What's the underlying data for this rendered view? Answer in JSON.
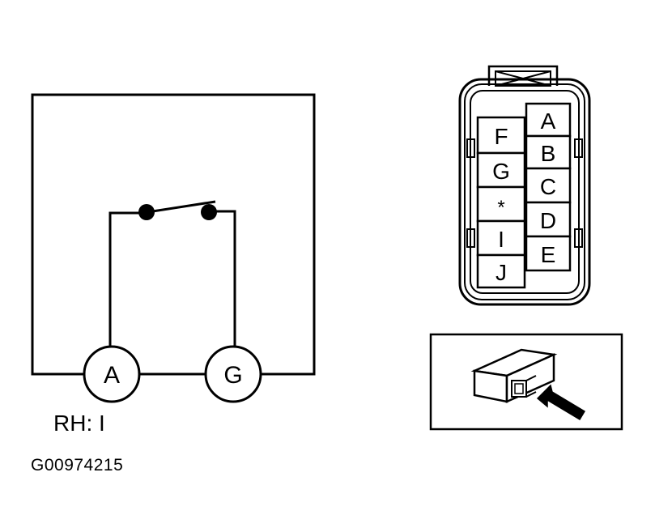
{
  "circuit": {
    "terminal_a": "A",
    "terminal_g": "G",
    "caption": "RH: I"
  },
  "connector": {
    "pins_right": [
      "A",
      "B",
      "C",
      "D",
      "E"
    ],
    "pins_left": [
      "F",
      "G",
      "*",
      "I",
      "J"
    ]
  },
  "figure_id": "G00974215"
}
